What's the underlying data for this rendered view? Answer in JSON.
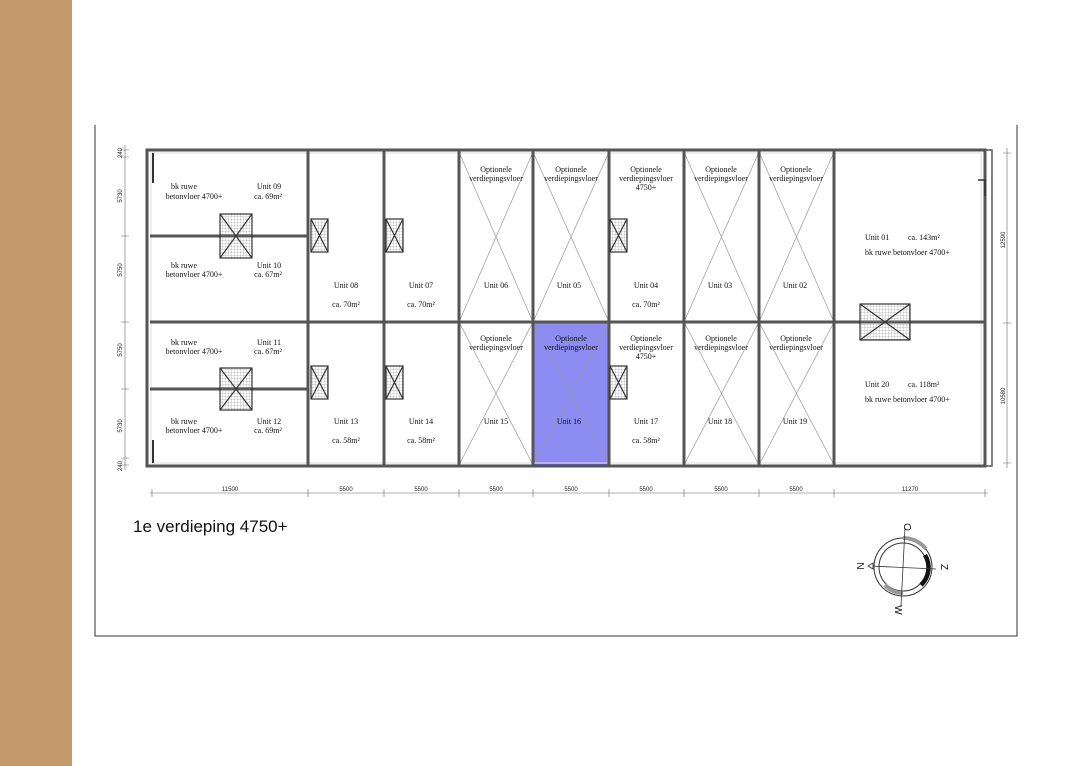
{
  "colors": {
    "sidebar": "#c49a6c",
    "highlight": "#8c8cf2",
    "highlight_border": "#3a3ad8"
  },
  "title": "1e verdieping 4750+",
  "dimensions": {
    "bottom": [
      "11500",
      "5500",
      "5500",
      "5500",
      "5500",
      "5500",
      "5500",
      "5500",
      "11270"
    ],
    "left": [
      "240",
      "5730",
      "5750",
      "5750",
      "5730",
      "240"
    ],
    "right": [
      "12590",
      "10580"
    ]
  },
  "compass": {
    "top": "O",
    "right": "Z",
    "bottom": "W",
    "left": "N"
  },
  "common": {
    "optional_1": "Optionele",
    "optional_2": "verdiepingsvloer",
    "level": "4750+",
    "bk_1": "bk ruwe",
    "bk_2": "betonvloer 4700+",
    "bk_full": "bk ruwe betonvloer 4700+"
  },
  "units": {
    "u01": {
      "name": "Unit 01",
      "area": "ca. 143m²"
    },
    "u02": {
      "name": "Unit 02"
    },
    "u03": {
      "name": "Unit 03"
    },
    "u04": {
      "name": "Unit 04",
      "area": "ca. 70m²"
    },
    "u05": {
      "name": "Unit 05"
    },
    "u06": {
      "name": "Unit 06"
    },
    "u07": {
      "name": "Unit 07",
      "area": "ca. 70m²"
    },
    "u08": {
      "name": "Unit 08",
      "area": "ca. 70m²"
    },
    "u09": {
      "name": "Unit 09",
      "area": "ca. 69m²"
    },
    "u10": {
      "name": "Unit 10",
      "area": "ca. 67m²"
    },
    "u11": {
      "name": "Unit 11",
      "area": "ca. 67m²"
    },
    "u12": {
      "name": "Unit 12",
      "area": "ca. 69m²"
    },
    "u13": {
      "name": "Unit 13",
      "area": "ca. 58m²"
    },
    "u14": {
      "name": "Unit 14",
      "area": "ca. 58m²"
    },
    "u15": {
      "name": "Unit 15"
    },
    "u16": {
      "name": "Unit 16"
    },
    "u17": {
      "name": "Unit 17",
      "area": "ca. 58m²"
    },
    "u18": {
      "name": "Unit 18"
    },
    "u19": {
      "name": "Unit 19"
    },
    "u20": {
      "name": "Unit 20",
      "area": "ca. 118m²"
    }
  }
}
